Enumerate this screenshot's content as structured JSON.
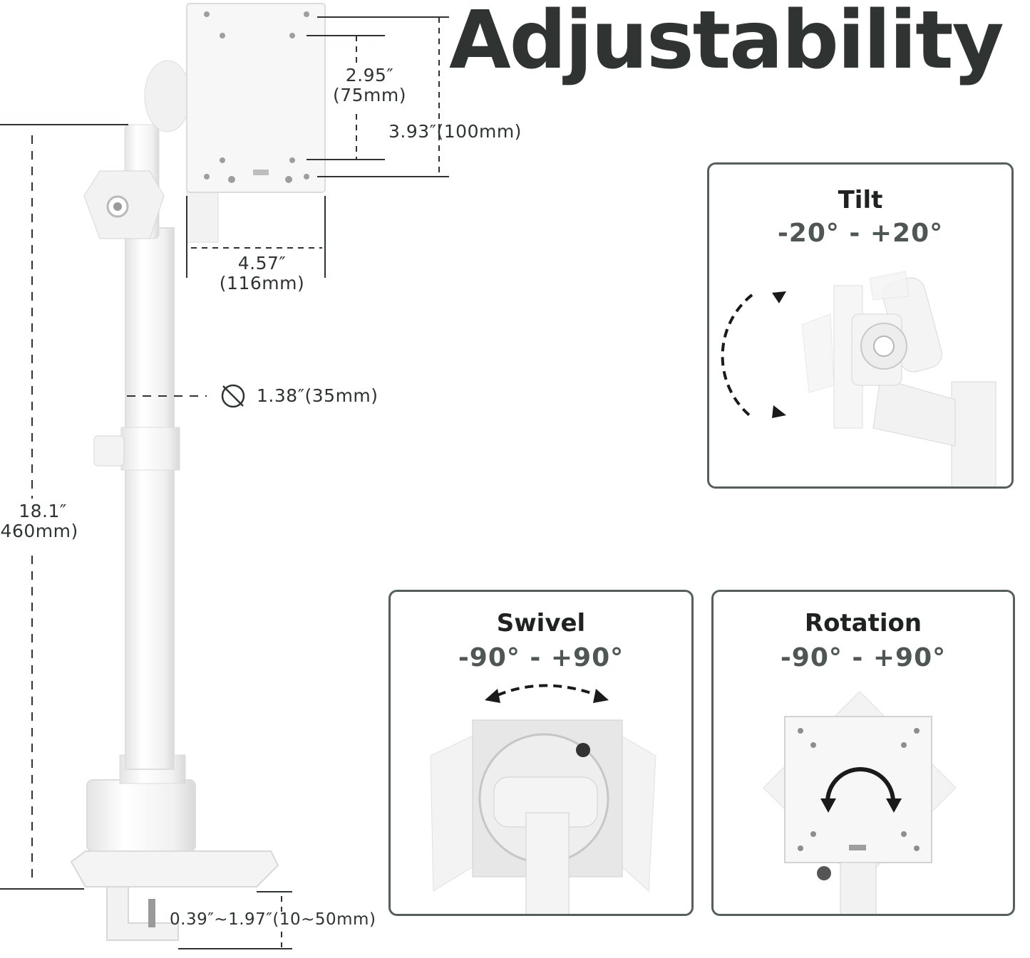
{
  "title": "Adjustability",
  "dimensions": {
    "vesa_small": "2.95″",
    "vesa_small_mm": "(75mm)",
    "vesa_large": "3.93″(100mm)",
    "plate_width": "4.57″",
    "plate_width_mm": "(116mm)",
    "pole_diameter": "1.38″(35mm)",
    "pole_height": "18.1″",
    "pole_height_mm": "(460mm)",
    "clamp_range": "0.39″~1.97″(10~50mm)"
  },
  "cards": {
    "tilt": {
      "title": "Tilt",
      "range": "-20° - +20°"
    },
    "swivel": {
      "title": "Swivel",
      "range": "-90° - +90°"
    },
    "rotation": {
      "title": "Rotation",
      "range": "-90° - +90°"
    }
  },
  "colors": {
    "text": "#2f3432",
    "card_border": "#54615b",
    "mount_white": "#f7f7f7",
    "mount_shadow": "#dcdcdc"
  }
}
